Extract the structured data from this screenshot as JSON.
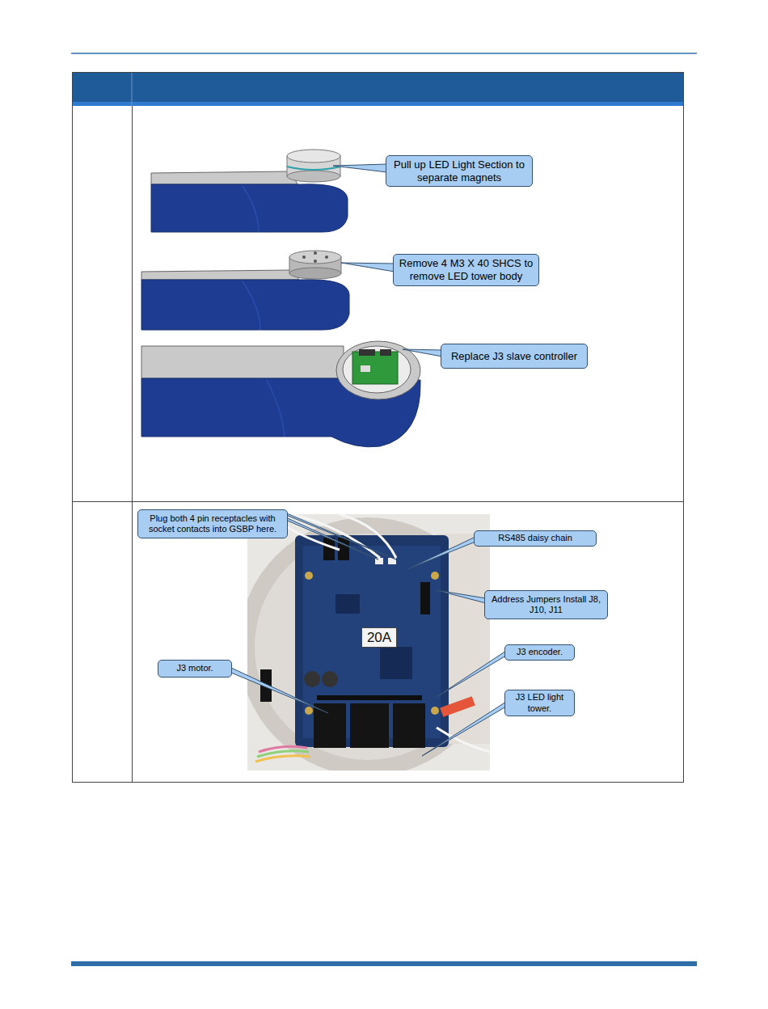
{
  "diagram": {
    "nodes": [
      {
        "text": [
          "Pull up LED Light Section to separate magnets"
        ]
      },
      {
        "text": [
          "Remove 4 M3 X 40 SHCS to remove LED tower body"
        ]
      },
      {
        "text": [
          "Replace J3 slave controller"
        ]
      },
      {
        "text": [
          "Plug both 4 pin receptacles with socket contacts into GSBP here."
        ]
      },
      {
        "text": [
          "RS485 daisy chain"
        ]
      },
      {
        "text": [
          "Address Jumpers Install J8, J10, J11"
        ]
      },
      {
        "text": [
          "J3 motor."
        ]
      },
      {
        "text": [
          "J3 encoder."
        ]
      },
      {
        "text": [
          "J3 LED light tower."
        ]
      }
    ],
    "labels": [
      "20A"
    ]
  }
}
